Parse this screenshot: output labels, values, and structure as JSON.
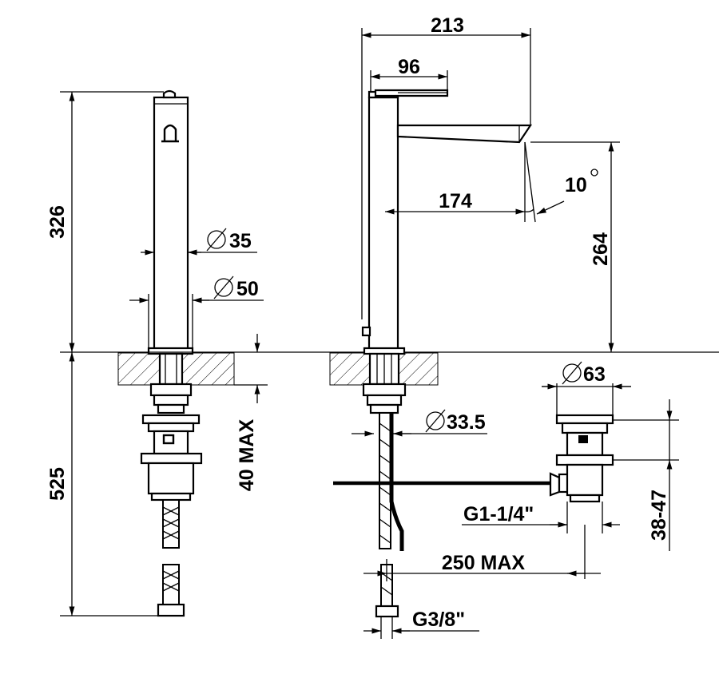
{
  "colors": {
    "ink": "#000000",
    "paper": "#ffffff"
  },
  "labels": {
    "height_total": "326",
    "height_below": "525",
    "diam_spout": "35",
    "diam_base": "50",
    "mount_thickness": "40 MAX",
    "width_total": "213",
    "lever_reach": "96",
    "spout_reach": "174",
    "spout_angle": "10",
    "spout_height": "264",
    "diam_waste": "63",
    "diam_shank": "33.5",
    "waste_thread": "G1-1/4\"",
    "waste_range": "38-47",
    "waste_distance": "250 MAX",
    "hose_thread": "G3/8\""
  },
  "symbols": {
    "diameter": "diameter-icon",
    "degree": "degree-icon"
  }
}
